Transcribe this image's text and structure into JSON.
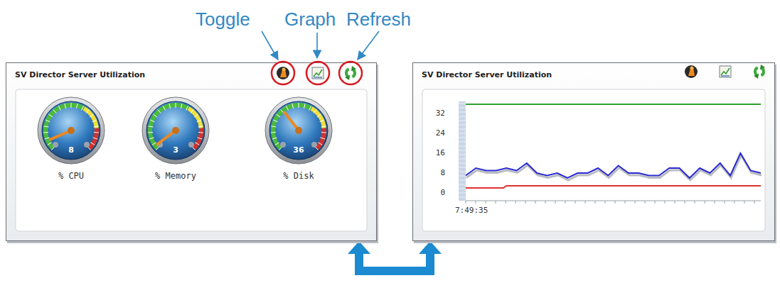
{
  "diagram": {
    "nodes": [
      {
        "text": [
          "SV Director Server Utilization"
        ]
      },
      {
        "text": [
          "8",
          "% CPU"
        ],
        "in": 0
      },
      {
        "text": [
          "3",
          "% Memory"
        ],
        "in": 0
      },
      {
        "text": [
          "36",
          "% Disk"
        ],
        "in": 0
      },
      {
        "text": [
          "SV Director Server Utilization"
        ]
      }
    ],
    "edges": [
      {
        "from": 0,
        "to": 4,
        "arrow": "both"
      }
    ],
    "labels": [
      "Toggle",
      "Graph",
      "Refresh",
      "32",
      "24",
      "16",
      "8",
      "0",
      "7:49:35"
    ]
  }
}
